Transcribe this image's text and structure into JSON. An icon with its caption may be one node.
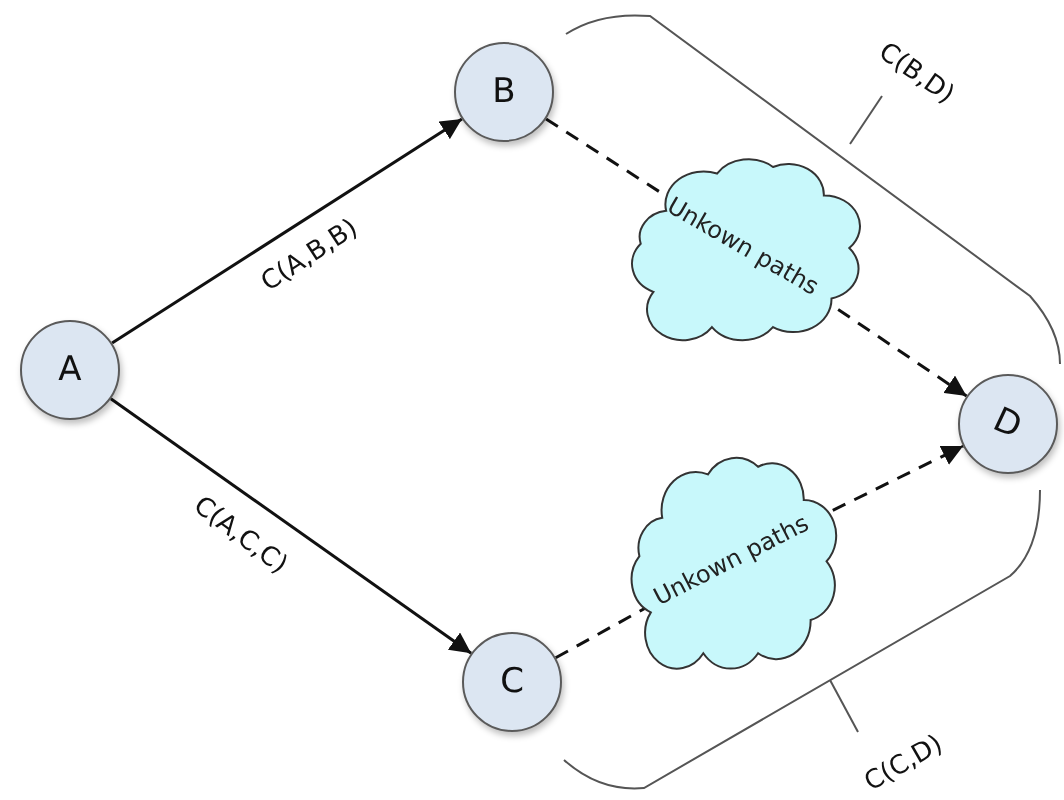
{
  "diagram": {
    "nodes": [
      {
        "text": [
          "A"
        ]
      },
      {
        "text": [
          "B"
        ]
      },
      {
        "text": [
          "C"
        ]
      },
      {
        "text": [
          "D"
        ]
      },
      {
        "text": [
          "Unkown paths"
        ]
      },
      {
        "text": [
          "Unkown paths"
        ]
      }
    ],
    "edges": [
      {
        "from": 0,
        "to": 1,
        "arrow": "to",
        "label": "C(A,B,B)"
      },
      {
        "from": 0,
        "to": 2,
        "arrow": "to",
        "label": "C(A,C,C)"
      },
      {
        "from": 1,
        "to": 4,
        "arrow": "none",
        "style": "dashed"
      },
      {
        "from": 4,
        "to": 3,
        "arrow": "to",
        "style": "dashed"
      },
      {
        "from": 2,
        "to": 5,
        "arrow": "none",
        "style": "dashed"
      },
      {
        "from": 5,
        "to": 3,
        "arrow": "to",
        "style": "dashed"
      }
    ],
    "labels": [
      "C(B,D)",
      "C(C,D)"
    ]
  }
}
